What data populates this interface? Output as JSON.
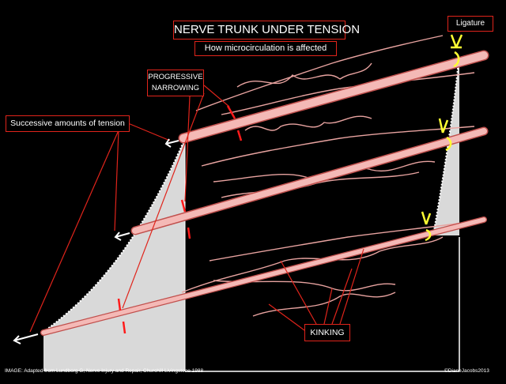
{
  "labels": {
    "title": "NERVE TRUNK UNDER TENSION",
    "subtitle": "How microcirculation is affected",
    "ligature": "Ligature",
    "progressive_narrowing": "PROGRESSIVE NARROWING",
    "successive_tension": "Successive amounts of tension",
    "kinking": "KINKING"
  },
  "footer": {
    "credit": "IMAGE: Adapted from Lundborg G; Nerve Injury and Repair, Churchill Livingstone 1988",
    "copyright": "©DianeJacobs2013"
  },
  "colors": {
    "background": "#000000",
    "box_border": "#e0241b",
    "nerve_fill": "#f4b9b6",
    "nerve_stroke": "#c0504d",
    "vessel": "#e8a3a0",
    "pointer_line": "#e0241b",
    "narrowing_arrow": "#ff1a1a",
    "ligature": "#ffff33",
    "shaded_area": "#d9d9d9",
    "tension_arrow": "#ffffff"
  }
}
